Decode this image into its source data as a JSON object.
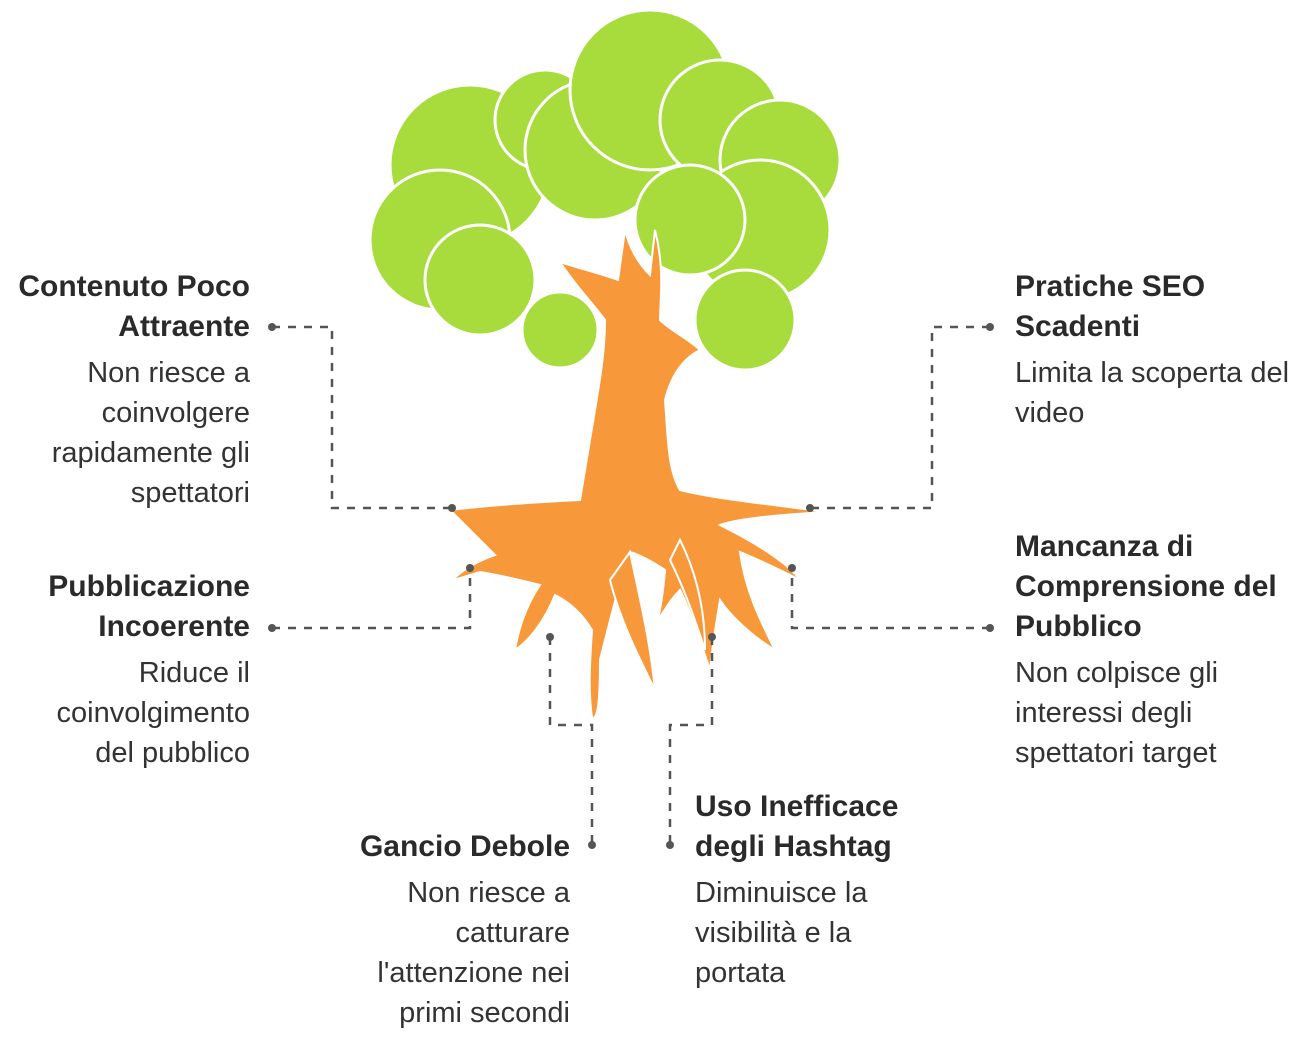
{
  "causes": [
    {
      "id": "contenuto",
      "title": "Contenuto Poco Attraente",
      "description": "Non riesce a coinvolgere rapidamente gli spettatori"
    },
    {
      "id": "pubblicazione",
      "title": "Pubblicazione Incoerente",
      "description": "Riduce il coinvolgimento del pubblico"
    },
    {
      "id": "gancio",
      "title": "Gancio Debole",
      "description": "Non riesce a catturare l'attenzione nei primi secondi"
    },
    {
      "id": "hashtag",
      "title": "Uso Inefficace degli Hashtag",
      "description": "Diminuisce la visibilità e la portata"
    },
    {
      "id": "seo",
      "title": "Pratiche SEO Scadenti",
      "description": "Limita la scoperta del video"
    },
    {
      "id": "pubblico",
      "title": "Mancanza di Comprensione del Pubblico",
      "description": "Non colpisce gli interessi degli spettatori target"
    }
  ],
  "colors": {
    "foliage": "#a8dc3c",
    "trunk": "#f7993a",
    "connector": "#555555",
    "text": "#2a2a2a"
  }
}
